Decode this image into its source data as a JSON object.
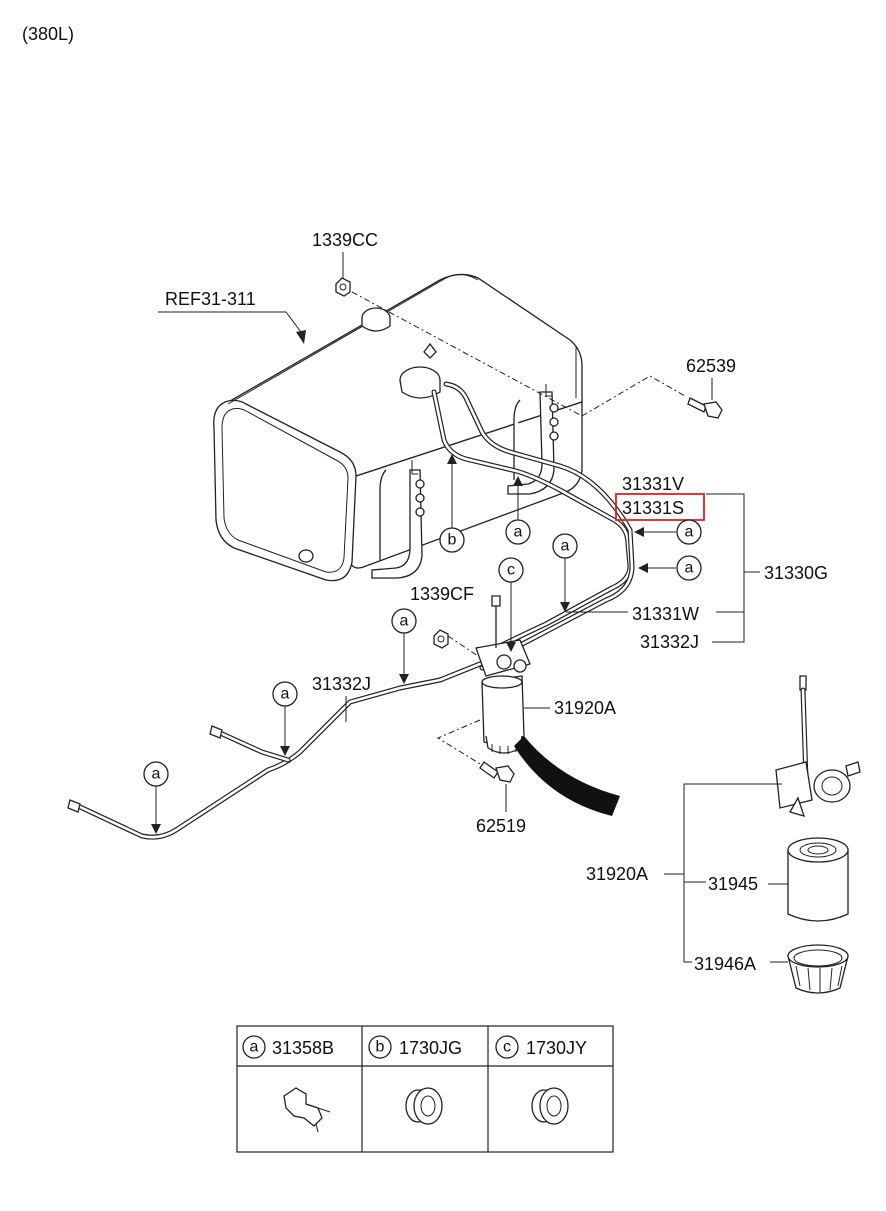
{
  "header": {
    "capacity": "(380L)"
  },
  "labels": {
    "ref": "REF31-311",
    "nut_top": "1339CC",
    "bolt_top": "62539",
    "tube_v": "31331V",
    "tube_s": "31331S",
    "assembly": "31330G",
    "tube_w": "31331W",
    "tube_j_right": "31332J",
    "nut_mid": "1339CF",
    "tube_j_left": "31332J",
    "filter_assy": "31920A",
    "bolt_bottom": "62519",
    "filter_assy_detail": "31920A",
    "filter_element": "31945",
    "filter_cup": "31946A"
  },
  "highlight": {
    "part": "31331S",
    "color": "#e02020"
  },
  "callouts": {
    "a1": "a",
    "a2": "a",
    "a3": "a",
    "a4": "a",
    "a5": "a",
    "a6": "a",
    "a7": "a",
    "b1": "b",
    "c1": "c"
  },
  "legend": [
    {
      "letter": "a",
      "part": "31358B"
    },
    {
      "letter": "b",
      "part": "1730JG"
    },
    {
      "letter": "c",
      "part": "1730JY"
    }
  ]
}
